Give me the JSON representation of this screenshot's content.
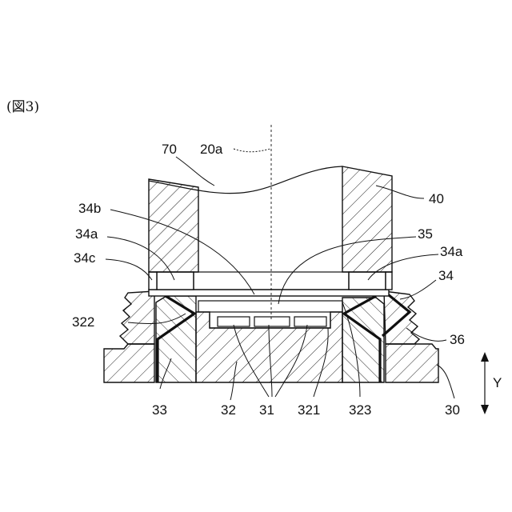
{
  "figure": {
    "title": "(図3)"
  },
  "labels": {
    "l70": "70",
    "l20a": "20a",
    "l40": "40",
    "l34b": "34b",
    "l34a_left": "34a",
    "l35": "35",
    "l34a_right": "34a",
    "l34c": "34c",
    "l34": "34",
    "l322": "322",
    "l36": "36",
    "l33": "33",
    "l32": "32",
    "l31": "31",
    "l321": "321",
    "l323": "323",
    "l30": "30",
    "axis_y": "Y"
  }
}
